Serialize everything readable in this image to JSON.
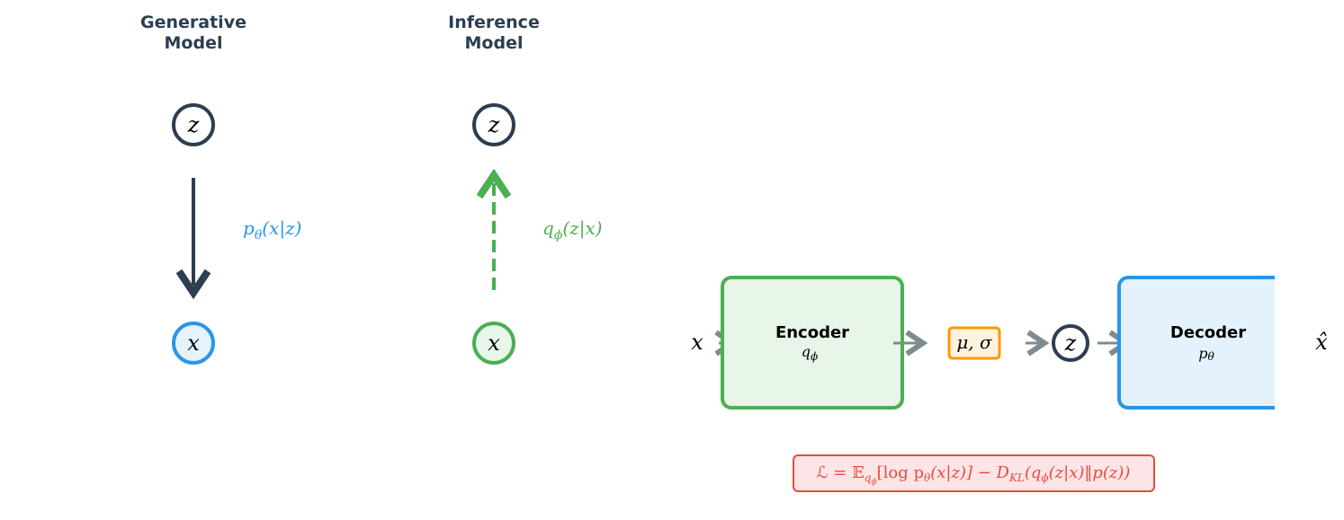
{
  "colors": {
    "dark": "#2c3e50",
    "blue": "#2a95e8",
    "green": "#4caf50",
    "gray": "#7f8c8d",
    "orange": "#ff9800",
    "red": "#e74c3c"
  },
  "generative": {
    "title_line1": "Generative",
    "title_line2": "Model",
    "latent_label": "z",
    "observed_label": "x",
    "edge_p": "p",
    "edge_sub": "θ",
    "edge_args": "(x|z)"
  },
  "inference": {
    "title_line1": "Inference",
    "title_line2": "Model",
    "latent_label": "z",
    "observed_label": "x",
    "edge_q": "q",
    "edge_sub": "ϕ",
    "edge_args": "(z|x)"
  },
  "pipeline": {
    "input_label": "x",
    "encoder_title": "Encoder",
    "encoder_q": "q",
    "encoder_sub": "ϕ",
    "params_label": "μ, σ",
    "latent_label": "z",
    "decoder_title": "Decoder",
    "decoder_p": "p",
    "decoder_sub": "θ",
    "output_label": "x̂"
  },
  "loss": {
    "L": "ℒ = 𝔼",
    "E_sub": "q",
    "E_subsub": "ϕ",
    "log_term": "[log p",
    "log_sub": "θ",
    "log_args": "(x|z)] − D",
    "kl_sub": "KL",
    "kl_args_q": "(q",
    "kl_q_sub": "ϕ",
    "kl_rest": "(z|x)‖p(z))"
  }
}
